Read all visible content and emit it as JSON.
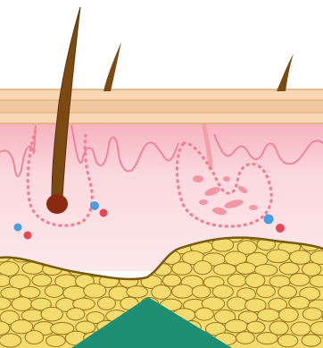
{
  "colors": {
    "background": "#ffffff",
    "epidermis_outer": "#f8d8b4",
    "epidermis_inner": "#f3c7a0",
    "epidermis_border": "#e0a878",
    "dermis_top": "#f7b3bd",
    "dermis_mid": "#fbd9de",
    "dermis_bottom": "#fde8eb",
    "dermis_line": "#f07f92",
    "dotted_line": "#ee7f90",
    "hair": "#7a4a12",
    "hair_dark": "#5b3308",
    "hair_bulb": "#8b2a10",
    "sweat_duct": "#f4a0aa",
    "fat_cell": "#f3db70",
    "fat_cell_edge": "#a07a20",
    "fat_layer_edge": "#7a5a12",
    "muscle_green": "#1e8f73",
    "blood_blue": "#4a9be0",
    "blood_red": "#e24a55"
  },
  "icons": {
    "hair": "hair-strand",
    "follicle": "hair-follicle",
    "gland": "sweat-gland",
    "fat": "fat-cell",
    "vessel": "blood-vessel-dot",
    "muscle": "muscle-triangle"
  }
}
